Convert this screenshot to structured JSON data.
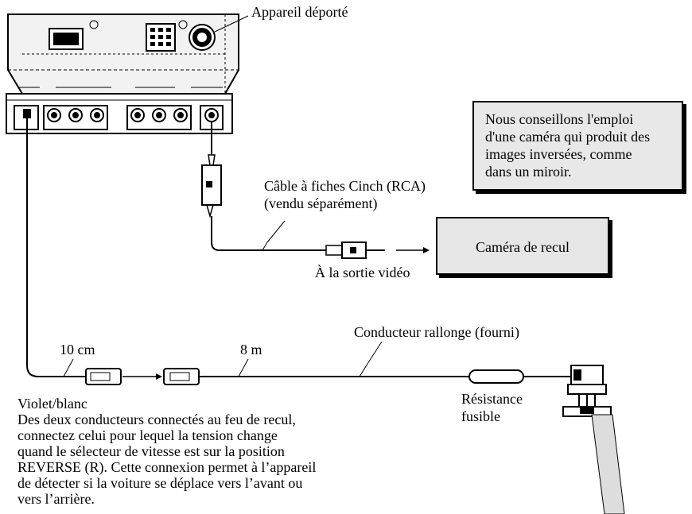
{
  "labels": {
    "remote_unit": "Appareil déporté",
    "rca_cable_line1": "Câble à fiches Cinch (RCA)",
    "rca_cable_line2": "(vendu séparément)",
    "video_output": "À la sortie vidéo",
    "camera": "Caméra de recul",
    "extension_lead": "Conducteur rallonge (fourni)",
    "length_short": "10 cm",
    "length_long": "8 m",
    "fuse_line1": "Résistance",
    "fuse_line2": "fusible"
  },
  "note": {
    "lines": [
      "Nous conseillons l'emploi",
      "d'une caméra qui produit des",
      "images inversées, comme",
      "dans un miroir."
    ]
  },
  "instructions": {
    "lines": [
      "Violet/blanc",
      "Des deux conducteurs connectés au feu de recul,",
      "connectez celui pour lequel la tension change",
      "quand le sélecteur de vitesse est sur la position",
      "REVERSE (R). Cette connexion permet à l’appareil",
      "de détecter si la voiture se déplace vers l’avant ou",
      "vers l’arrière."
    ]
  },
  "colors": {
    "box_fill": "#e6e6e6",
    "unit_fill": "#f2f2f2",
    "line": "#000000"
  }
}
